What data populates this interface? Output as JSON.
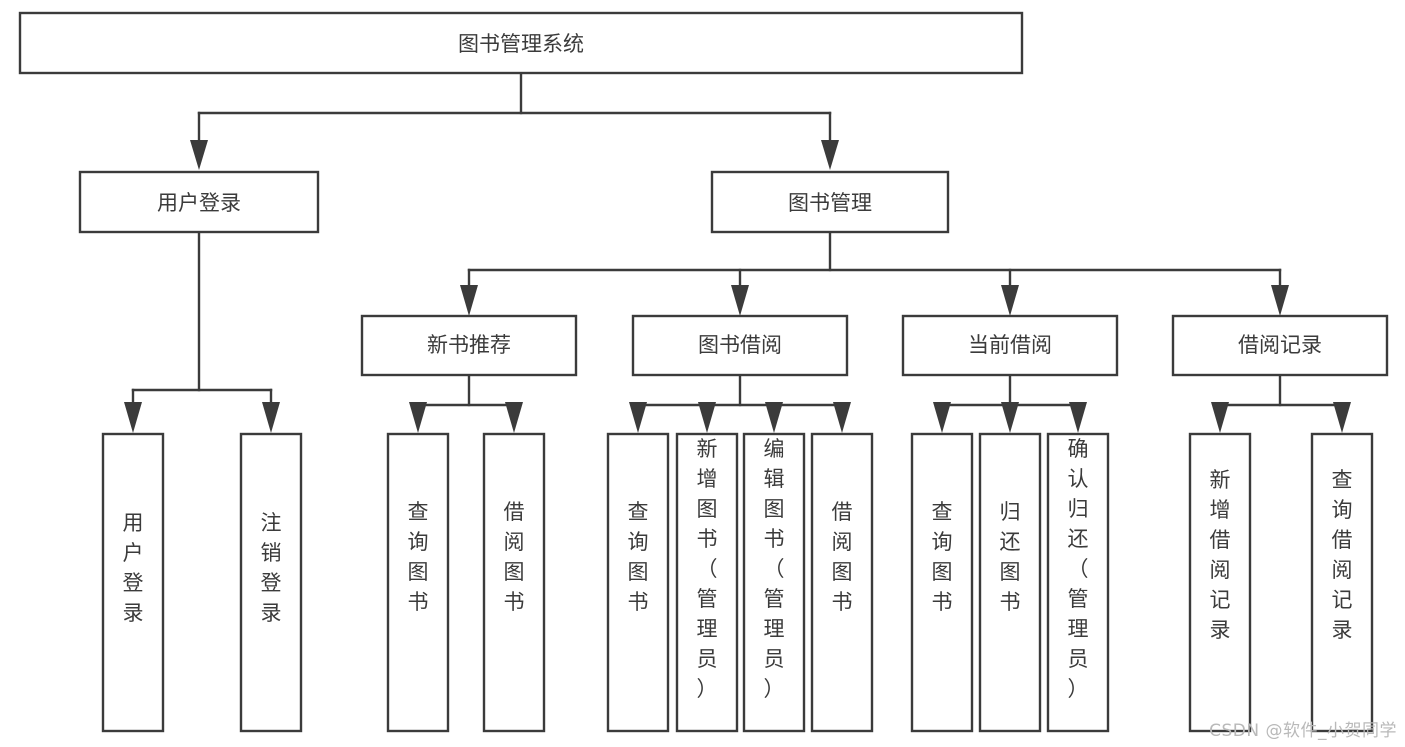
{
  "diagram": {
    "type": "tree-hierarchy-chart",
    "title": "图书管理系统",
    "orientation": "top-down",
    "colors": {
      "box_stroke": "#3b3b3b",
      "box_fill": "#ffffff",
      "connector": "#3b3b3b",
      "background": "#ffffff",
      "watermark": "#b9b9b9"
    },
    "root": {
      "id": "root",
      "label": "图书管理系统"
    },
    "level2": [
      {
        "id": "user-login",
        "label": "用户登录"
      },
      {
        "id": "book-management",
        "label": "图书管理"
      }
    ],
    "level3": [
      {
        "id": "new-book-recommend",
        "label": "新书推荐",
        "parent": "book-management"
      },
      {
        "id": "book-borrow",
        "label": "图书借阅",
        "parent": "book-management"
      },
      {
        "id": "current-borrow",
        "label": "当前借阅",
        "parent": "book-management"
      },
      {
        "id": "borrow-record",
        "label": "借阅记录",
        "parent": "book-management"
      }
    ],
    "leaves": [
      {
        "id": "leaf-user-login",
        "label": "用户登录",
        "parent": "user-login"
      },
      {
        "id": "leaf-logout",
        "label": "注销登录",
        "parent": "user-login"
      },
      {
        "id": "leaf-query-book-1",
        "label": "查询图书",
        "parent": "new-book-recommend"
      },
      {
        "id": "leaf-borrow-book-1",
        "label": "借阅图书",
        "parent": "new-book-recommend"
      },
      {
        "id": "leaf-query-book-2",
        "label": "查询图书",
        "parent": "book-borrow"
      },
      {
        "id": "leaf-add-book",
        "label": "新增图书（管理员）",
        "parent": "book-borrow"
      },
      {
        "id": "leaf-edit-book",
        "label": "编辑图书（管理员）",
        "parent": "book-borrow"
      },
      {
        "id": "leaf-borrow-book-2",
        "label": "借阅图书",
        "parent": "book-borrow"
      },
      {
        "id": "leaf-query-book-3",
        "label": "查询图书",
        "parent": "current-borrow"
      },
      {
        "id": "leaf-return-book",
        "label": "归还图书",
        "parent": "current-borrow"
      },
      {
        "id": "leaf-confirm-return",
        "label": "确认归还（管理员）",
        "parent": "current-borrow"
      },
      {
        "id": "leaf-add-record",
        "label": "新增借阅记录",
        "parent": "borrow-record"
      },
      {
        "id": "leaf-query-record",
        "label": "查询借阅记录",
        "parent": "borrow-record"
      }
    ]
  },
  "watermark": {
    "text": "CSDN @软件_小贺同学"
  }
}
